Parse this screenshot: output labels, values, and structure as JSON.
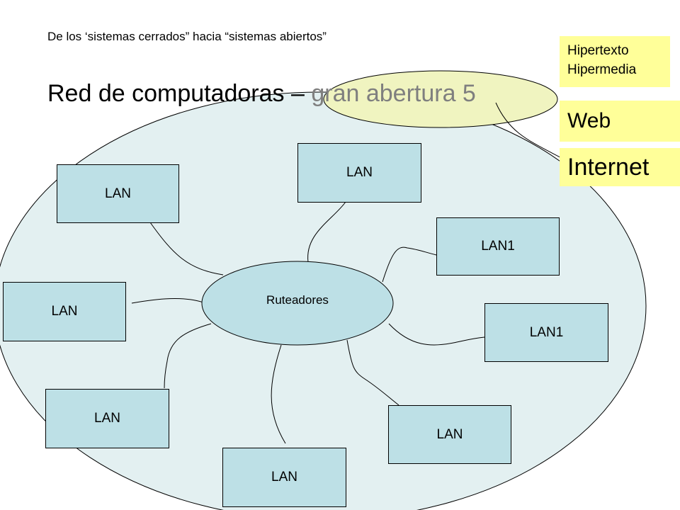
{
  "header": {
    "subtitle": "De los ‘sistemas cerrados” hacia “sistemas abiertos”",
    "title_main": "Red de computadoras – ",
    "title_muted": "gran abertura 5"
  },
  "router": {
    "label": "Ruteadores"
  },
  "lans": {
    "lan_top": "LAN",
    "lan_upper_left": "LAN",
    "lan1_right_upper": "LAN1",
    "lan_left": "LAN",
    "lan1_right": "LAN1",
    "lan_lower_left": "LAN",
    "lan_lower_right": "LAN",
    "lan_bottom": "LAN"
  },
  "tags": {
    "hyper_line1": "Hipertexto",
    "hyper_line2": "Hipermedia",
    "web": "Web",
    "internet": "Internet"
  },
  "colors": {
    "network_ellipse": "#e3f0f1",
    "lan_box": "#bde0e6",
    "router": "#bde0e6",
    "highlight_ellipse": "#f0f4c0",
    "tag": "#ffff99"
  }
}
